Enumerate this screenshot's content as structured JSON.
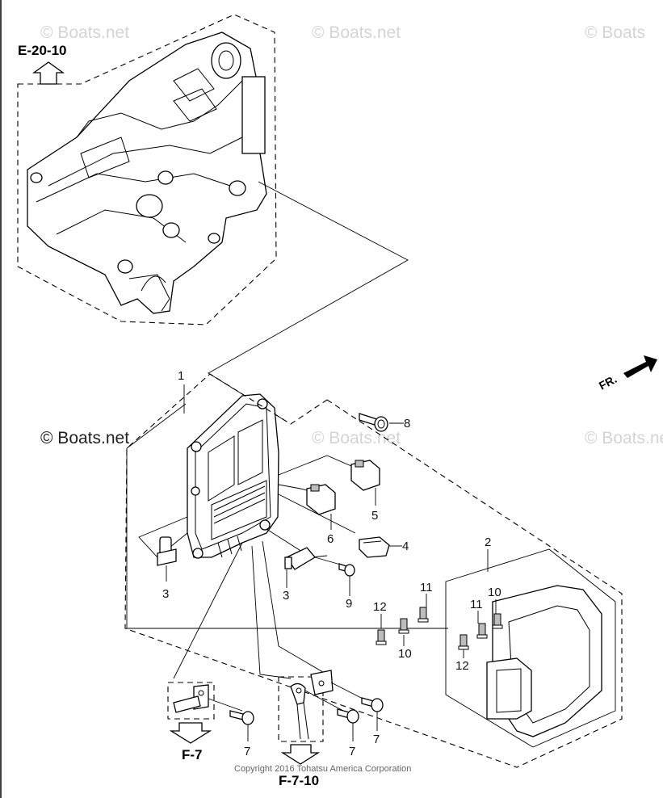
{
  "watermarks": {
    "top_left": "© Boats.net",
    "top_center": "© Boats.net",
    "top_right": "© Boats",
    "mid_left": "© Boats.net",
    "mid_center": "© Boats.net",
    "mid_right": "© Boats.net"
  },
  "references": {
    "e_20_10": "E-20-10",
    "f_7": "F-7",
    "f_7_10": "F-7-10"
  },
  "direction_label": "FR.",
  "copyright": "Copyright 2016 Tohatsu America Corporation",
  "callouts": {
    "c1": "1",
    "c2": "2",
    "c3a": "3",
    "c3b": "3",
    "c4": "4",
    "c5": "5",
    "c6": "6",
    "c7a": "7",
    "c7b": "7",
    "c7c": "7",
    "c8": "8",
    "c9": "9",
    "c10a": "10",
    "c10b": "10",
    "c11a": "11",
    "c11b": "11",
    "c12a": "12",
    "c12b": "12"
  },
  "colors": {
    "line": "#000000",
    "watermark": "#d4d4d4",
    "background": "#ffffff"
  }
}
